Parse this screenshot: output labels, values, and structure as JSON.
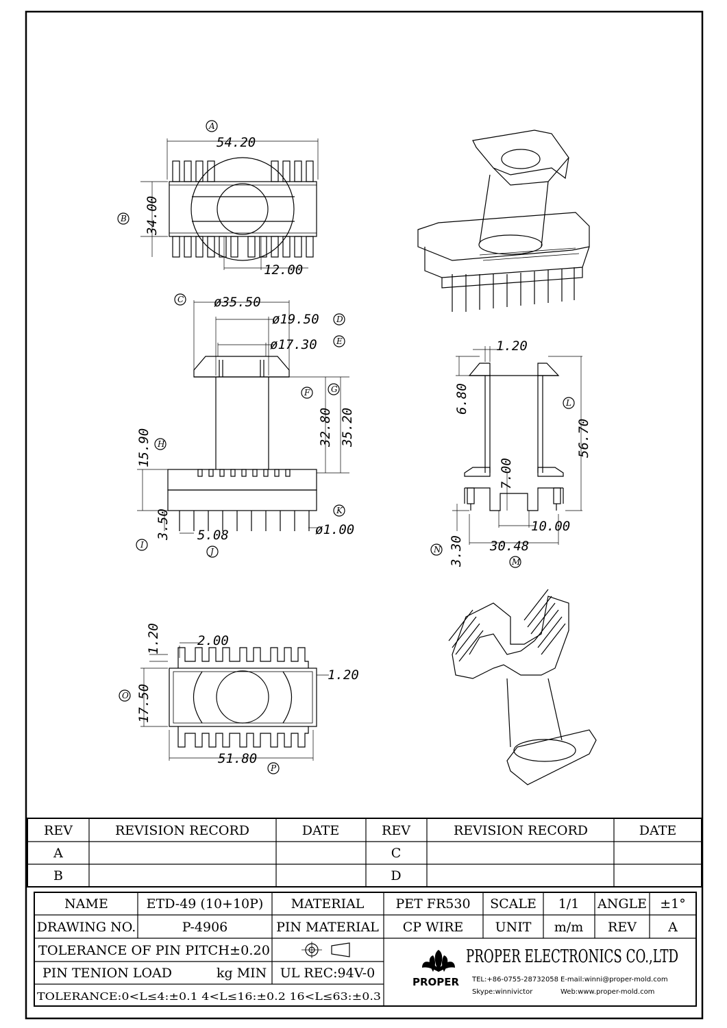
{
  "dimensions": {
    "top_width": "54.20",
    "top_height": "34.00",
    "top_center": "12.00",
    "front_flange_dia": "ø35.50",
    "front_core_dia": "ø19.50",
    "front_inner_dia": "ø17.30",
    "front_h_f": "32.80",
    "front_h_g": "35.20",
    "front_h_h": "15.90",
    "front_pin_len": "3.50",
    "front_pitch": "5.08",
    "front_pin_dia": "ø1.00",
    "side_flange_t": "1.20",
    "side_h_top": "6.80",
    "side_total": "56.70",
    "side_h_mid": "7.00",
    "side_core": "10.00",
    "side_row": "30.48",
    "side_pin": "3.30",
    "bottom_slot": "2.00",
    "bottom_tab": "1.20",
    "bottom_wall": "1.20",
    "bottom_height": "17.50",
    "bottom_width": "51.80"
  },
  "markers": [
    "A",
    "B",
    "C",
    "D",
    "E",
    "F",
    "G",
    "H",
    "I",
    "J",
    "K",
    "L",
    "M",
    "N",
    "O",
    "P"
  ],
  "revision_table": {
    "headers": [
      "REV",
      "REVISION RECORD",
      "DATE",
      "REV",
      "REVISION RECORD",
      "DATE"
    ],
    "rows": [
      [
        "A",
        "",
        "",
        "C",
        "",
        ""
      ],
      [
        "B",
        "",
        "",
        "D",
        "",
        ""
      ]
    ]
  },
  "title_block": {
    "name_label": "NAME",
    "name_value": "ETD-49 (10+10P)",
    "material_label": "MATERIAL",
    "material_value": "PET FR530",
    "scale_label": "SCALE",
    "scale_value": "1/1",
    "angle_label": "ANGLE",
    "angle_value": "±1°",
    "drawing_no_label": "DRAWING NO.",
    "drawing_no_value": "P-4906",
    "pin_material_label": "PIN MATERIAL",
    "pin_material_value": "CP WIRE",
    "unit_label": "UNIT",
    "unit_value": "m/m",
    "rev_label": "REV",
    "rev_value": "A",
    "tolerance_pitch": "TOLERANCE OF PIN PITCH±0.20",
    "pin_tension": "PIN TENION LOAD",
    "pin_tension_unit": "kg MIN",
    "ul_rec": "UL REC:94V-0",
    "tolerance": "TOLERANCE:0<L≤4:±0.1  4<L≤16:±0.2  16<L≤63:±0.3"
  },
  "company": {
    "name": "PROPER ELECTRONICS CO.,LTD",
    "logo_text": "PROPER",
    "tel": "TEL:+86-0755-28732058",
    "email": "E-mail:winni@proper-mold.com",
    "skype": "Skype:winnivictor",
    "web": "Web:www.proper-mold.com"
  }
}
